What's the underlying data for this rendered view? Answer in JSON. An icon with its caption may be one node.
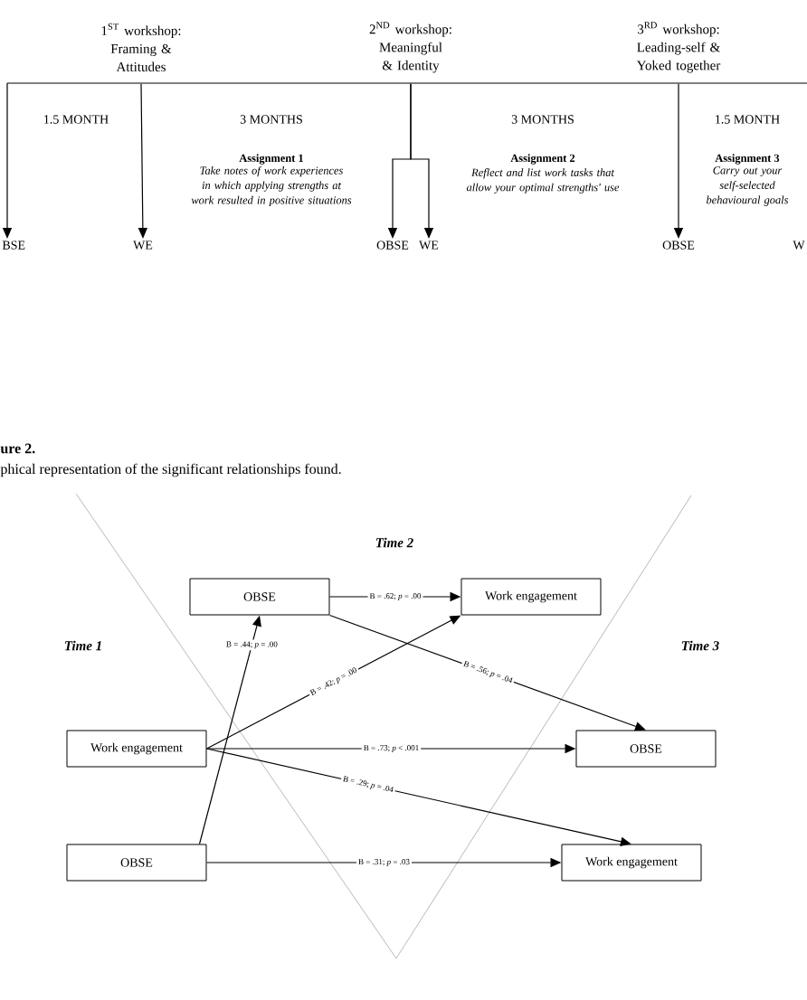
{
  "diagram": {
    "title": "ure 2.",
    "caption": "phical representation of the significant relationships found.",
    "nodes": [
      {
        "text": [
          "\\text{1}^{\\text{ST}}\\text{ workshop:}",
          "Framing & Attitudes"
        ]
      },
      {
        "text": [
          "\\text{2}^{\\text{ND}}\\text{ workshop:}",
          "Meaningful & Identity"
        ]
      },
      {
        "text": [
          "\\text{3}^{\\text{RD}}\\text{ workshop:}",
          "Leading-self & Yoked together"
        ]
      },
      {
        "text": [
          "BSE"
        ]
      },
      {
        "text": [
          "WE"
        ]
      },
      {
        "text": [
          "OBSE"
        ]
      },
      {
        "text": [
          "WE"
        ]
      },
      {
        "text": [
          "OBSE"
        ]
      },
      {
        "text": [
          "W"
        ]
      },
      {
        "text": [
          "OBSE"
        ]
      },
      {
        "text": [
          "Work engagement"
        ]
      },
      {
        "text": [
          "Work engagement"
        ]
      },
      {
        "text": [
          "OBSE"
        ]
      },
      {
        "text": [
          "OBSE"
        ]
      },
      {
        "text": [
          "Work engagement"
        ]
      }
    ],
    "edges": [
      {
        "from": null,
        "to": 3,
        "arrow": "to"
      },
      {
        "from": 0,
        "to": 4,
        "arrow": "to"
      },
      {
        "from": 1,
        "to": 5,
        "arrow": "to"
      },
      {
        "from": 1,
        "to": 6,
        "arrow": "to"
      },
      {
        "from": 2,
        "to": 7,
        "arrow": "to"
      },
      {
        "from": 13,
        "to": 9,
        "arrow": "to",
        "label": "B = .44; *p* = .00"
      },
      {
        "from": 9,
        "to": 10,
        "arrow": "to",
        "label": "B = .62; *p* = .00"
      },
      {
        "from": 9,
        "to": 12,
        "arrow": "to",
        "label": "B = .56; *p* = .04"
      },
      {
        "from": 11,
        "to": 10,
        "arrow": "to",
        "label": "B = .42; *p* = .00"
      },
      {
        "from": 11,
        "to": 12,
        "arrow": "to",
        "label": "B = .73; *p* < .001"
      },
      {
        "from": 11,
        "to": 14,
        "arrow": "to",
        "label": "B = .29; *p* = .04"
      },
      {
        "from": 13,
        "to": 14,
        "arrow": "to",
        "label": "B = .31; *p* = .03"
      }
    ],
    "labels": [
      "1.5 MONTH",
      "3 MONTHS",
      "3 MONTHS",
      "1.5 MONTH",
      "Assignment 1",
      "Take notes of work experiences in which applying strengths at work resulted in positive situations",
      "Assignment 2",
      "Reflect and list work tasks that allow your optimal strengths' use",
      "Assignment 3",
      "Carry out your self-selected behavioural goals",
      "Time 1",
      "Time 2",
      "Time 3"
    ]
  }
}
